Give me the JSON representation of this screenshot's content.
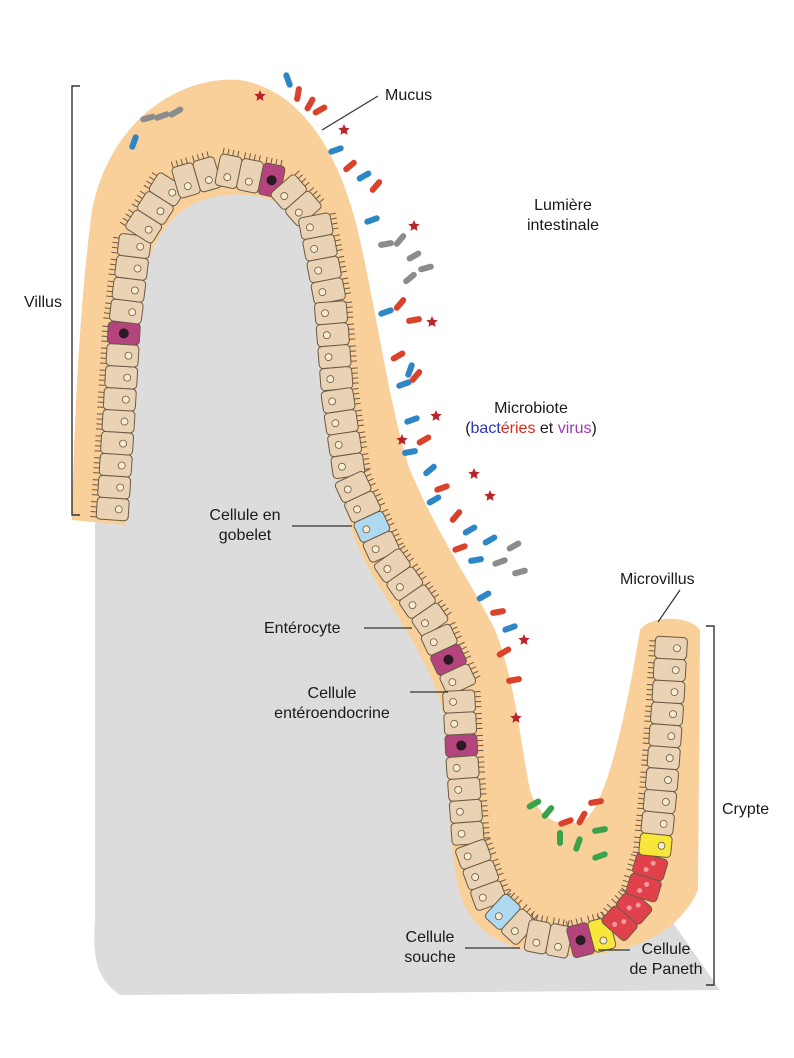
{
  "labels": {
    "mucus": "Mucus",
    "lumen_line1": "Lumière",
    "lumen_line2": "intestinale",
    "villus": "Villus",
    "microbiota_title": "Microbiote",
    "microbiota_open": "(",
    "microbiota_bact": "bact",
    "microbiota_eries": "éries",
    "microbiota_et": " et ",
    "microbiota_virus": "virus",
    "microbiota_close": ")",
    "goblet_line1": "Cellule en",
    "goblet_line2": "gobelet",
    "enterocyte": "Entérocyte",
    "endocrine_line1": "Cellule",
    "endocrine_line2": "entéroendocrine",
    "microvillus": "Microvillus",
    "crypt": "Crypte",
    "stem_line1": "Cellule",
    "stem_line2": "souche",
    "paneth_line1": "Cellule",
    "paneth_line2": "de Paneth"
  },
  "colors": {
    "mucus": "#f9cf9a",
    "tissue": "#dcdcdc",
    "enterocyte": "#e9d3b4",
    "goblet": "#b4447e",
    "endocrine": "#aed9f0",
    "stem": "#f7e73a",
    "paneth": "#e0414a",
    "bacteria_blue": "#2f86c4",
    "bacteria_red": "#d9432b",
    "bacteria_gray": "#8c8c8c",
    "bacteria_green": "#3aa34a",
    "virus": "#b8242a"
  }
}
